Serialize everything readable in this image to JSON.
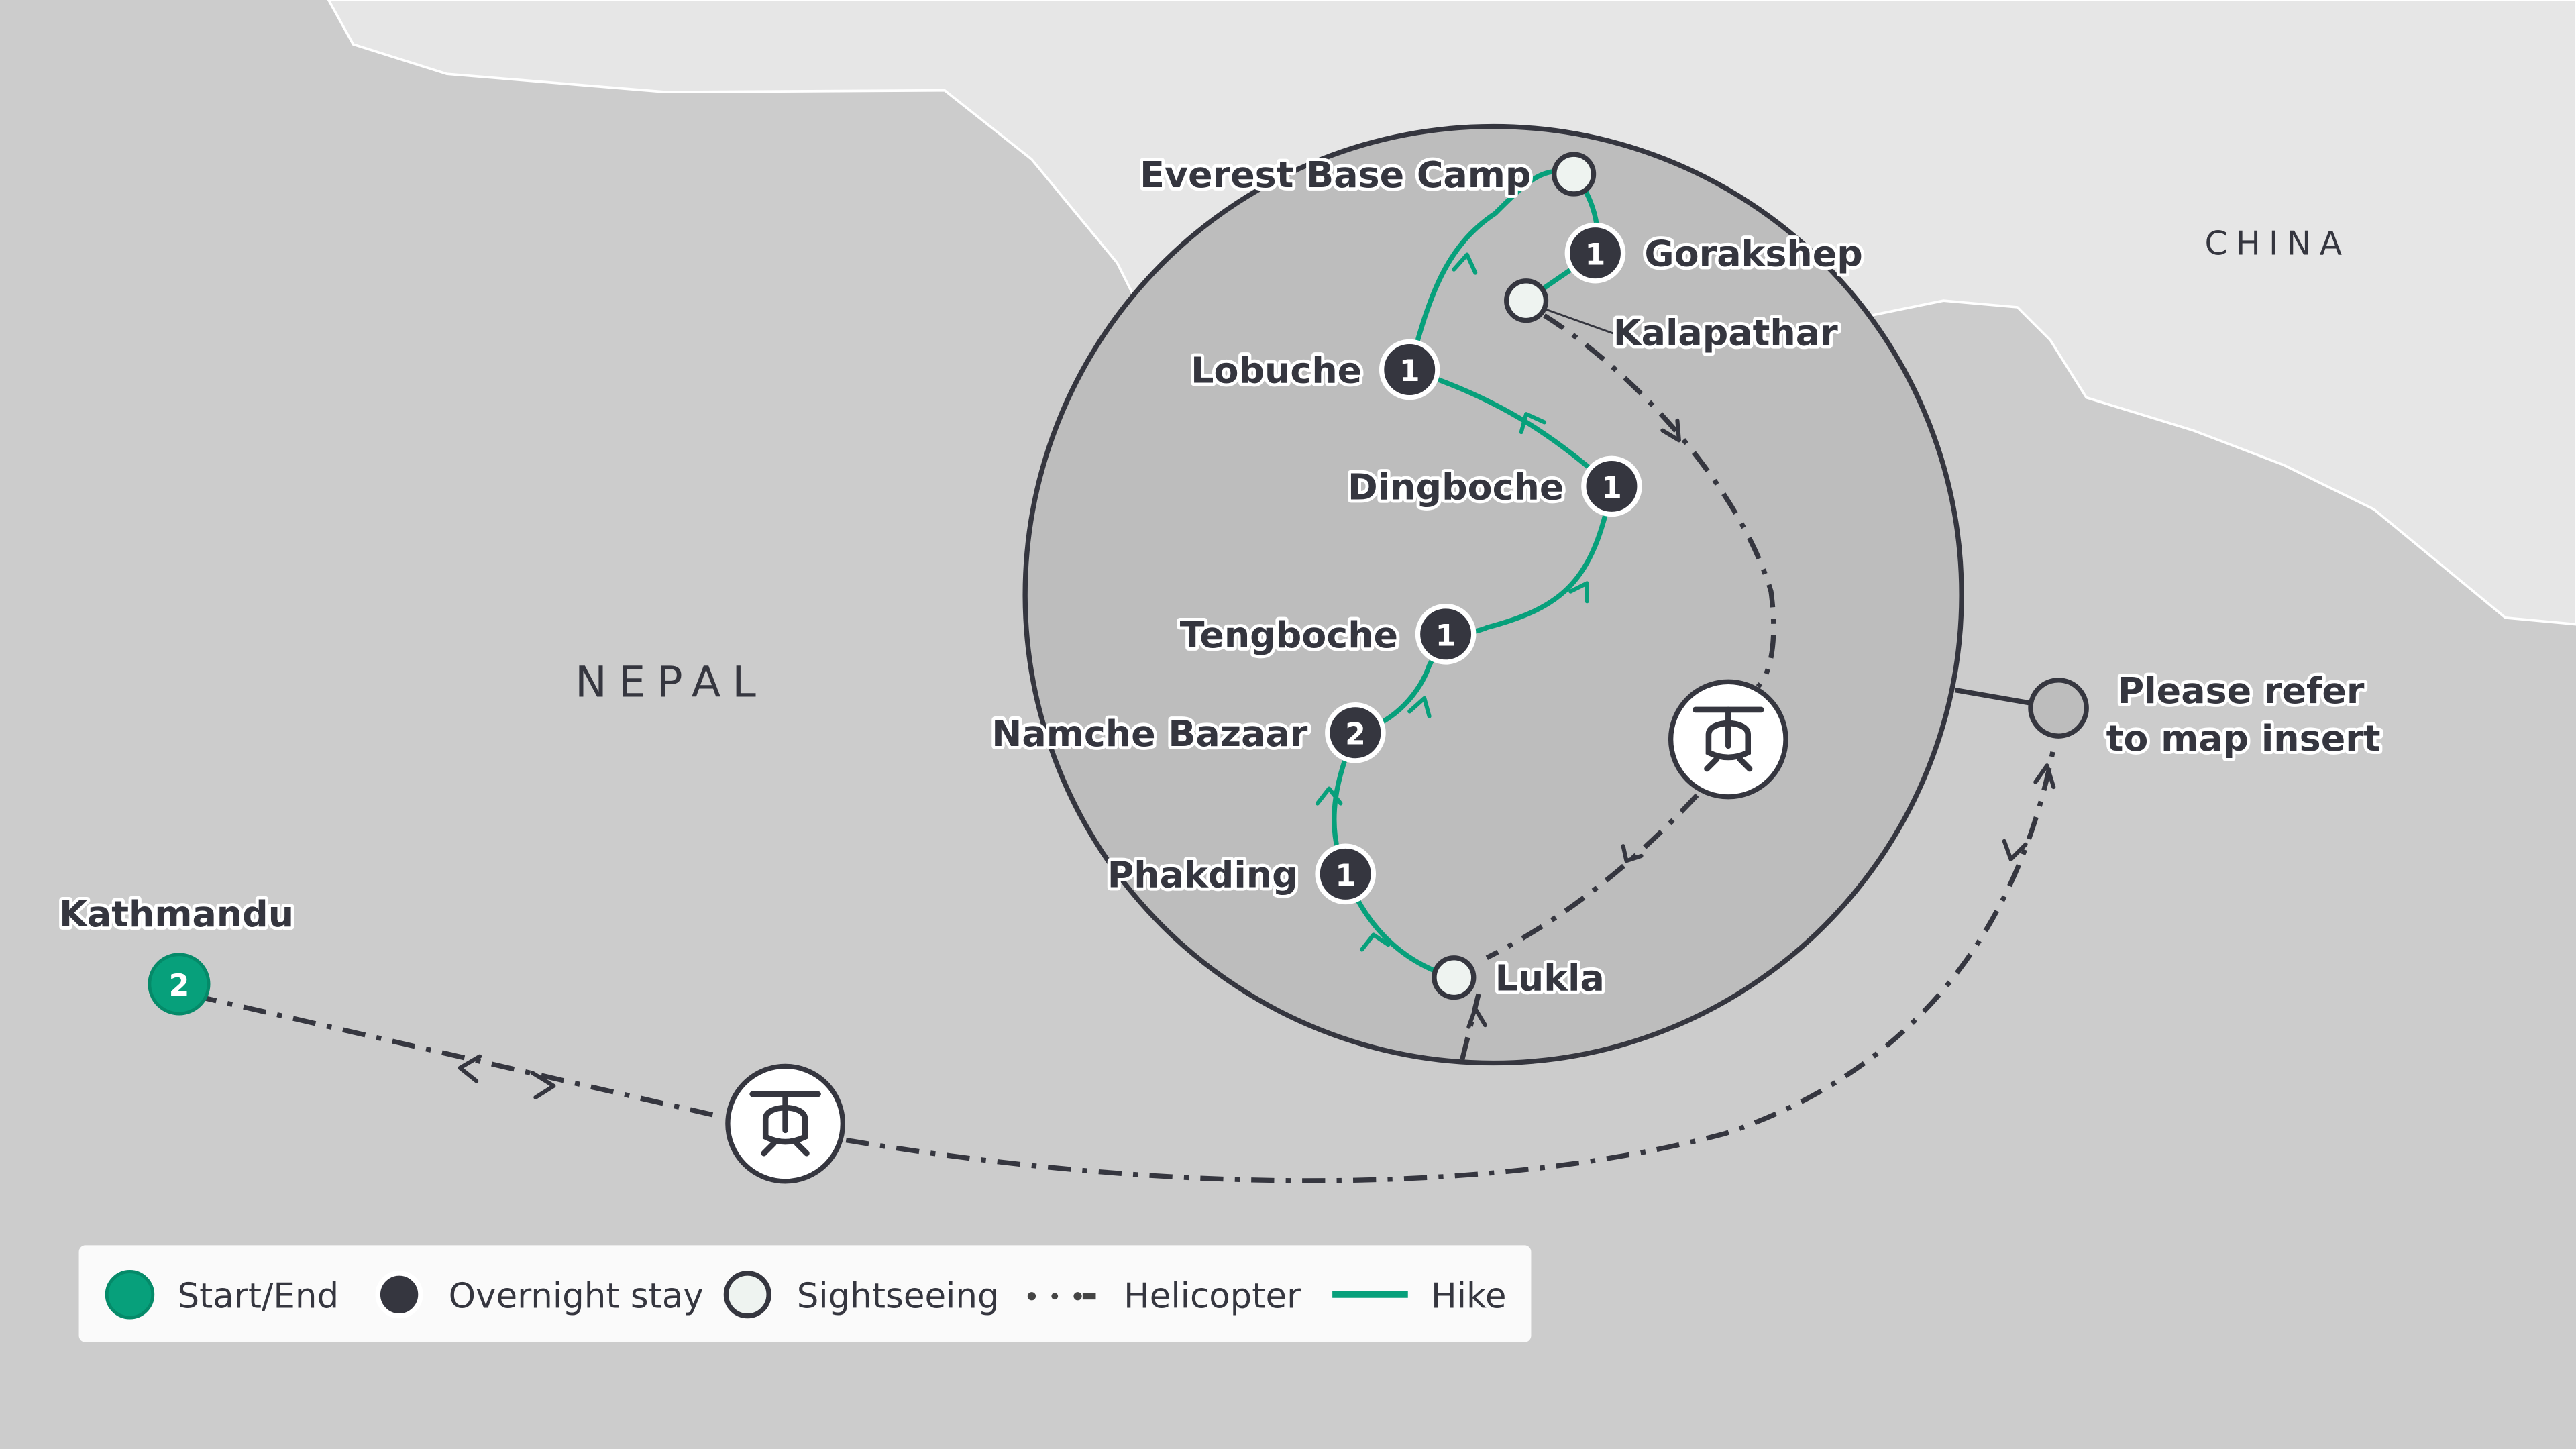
{
  "countries": {
    "nepal": "NEPAL",
    "china": "CHINA"
  },
  "places": {
    "everest_base_camp": {
      "label": "Everest Base Camp",
      "type": "sightseeing"
    },
    "gorakshep": {
      "label": "Gorakshep",
      "type": "overnight",
      "nights": "1"
    },
    "kalapathar": {
      "label": "Kalapathar",
      "type": "sightseeing"
    },
    "lobuche": {
      "label": "Lobuche",
      "type": "overnight",
      "nights": "1"
    },
    "dingboche": {
      "label": "Dingboche",
      "type": "overnight",
      "nights": "1"
    },
    "tengboche": {
      "label": "Tengboche",
      "type": "overnight",
      "nights": "1"
    },
    "namche_bazaar": {
      "label": "Namche Bazaar",
      "type": "overnight",
      "nights": "2"
    },
    "phakding": {
      "label": "Phakding",
      "type": "overnight",
      "nights": "1"
    },
    "lukla": {
      "label": "Lukla",
      "type": "sightseeing"
    },
    "kathmandu": {
      "label": "Kathmandu",
      "type": "start-end",
      "nights": "2"
    }
  },
  "insert_note": {
    "line1": "Please refer",
    "line2": "to map insert"
  },
  "legend": {
    "start_end": "Start/End",
    "overnight": "Overnight stay",
    "sightseeing": "Sightseeing",
    "helicopter": "Helicopter",
    "hike": "Hike"
  },
  "colors": {
    "green": "#07a07b",
    "dark": "#35363f",
    "land": "#cccccc",
    "china": "#e6e6e6",
    "insert": "#bdbdbd"
  }
}
